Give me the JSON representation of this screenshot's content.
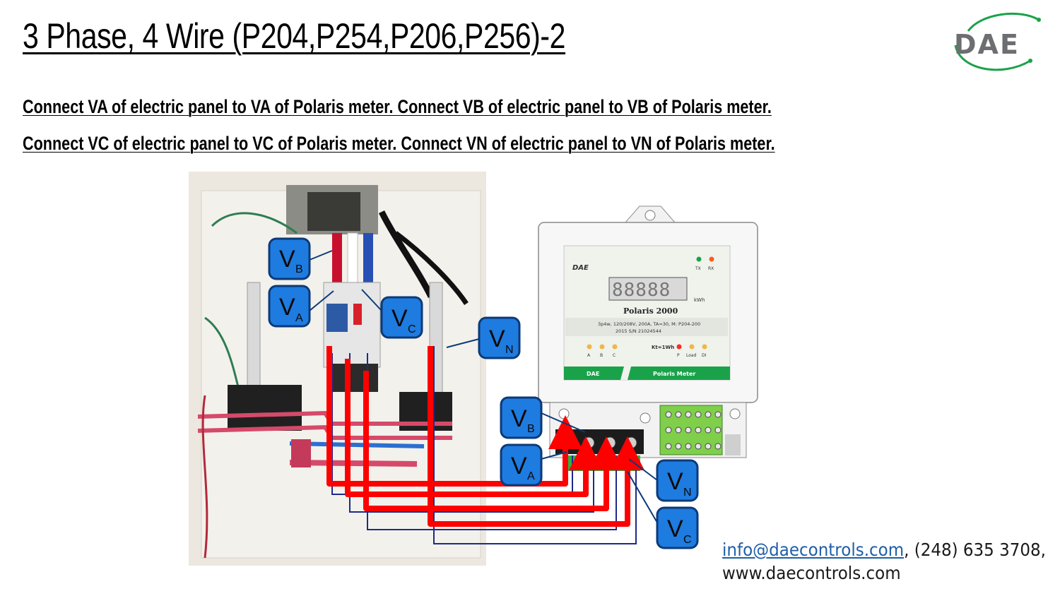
{
  "slide": {
    "title": "3 Phase, 4 Wire (P204,P254,P206,P256)-2",
    "instruction_1": "Connect VA of electric panel to VA of Polaris meter. Connect VB of electric panel to VB of Polaris meter.",
    "instruction_2": "Connect VC of electric panel to VC of Polaris meter. Connect VN of electric panel to VN of Polaris meter."
  },
  "logo": {
    "text": "DAE",
    "colors": {
      "letters": "#6d6e71",
      "swoosh": "#1aa24a"
    }
  },
  "callouts": {
    "panel": [
      {
        "main": "V",
        "sub": "B"
      },
      {
        "main": "V",
        "sub": "A"
      },
      {
        "main": "V",
        "sub": "C"
      },
      {
        "main": "V",
        "sub": "N"
      }
    ],
    "meter": [
      {
        "main": "V",
        "sub": "B"
      },
      {
        "main": "V",
        "sub": "A"
      },
      {
        "main": "V",
        "sub": "N"
      },
      {
        "main": "V",
        "sub": "C"
      }
    ]
  },
  "meter": {
    "brand": "DAE",
    "display_digits": "88888",
    "display_unit": "kWh",
    "model": "Polaris 2000",
    "spec_line_1": "3p4w, 120/208V, 200A, TA=30, M: P204-200",
    "spec_line_2": "2015 S/N 21024544",
    "tx_label": "TX",
    "rx_label": "RX",
    "phase_leds": [
      "A",
      "B",
      "C"
    ],
    "kt_label": "Kt=1Wh",
    "status_leds": [
      "P",
      "Load",
      "DI"
    ],
    "footer_left": "DAE",
    "footer_right": "Polaris Meter"
  },
  "contact": {
    "email": "info@daecontrols.com",
    "phone_sep": ", (248) 635 3708,",
    "website": "www.daecontrols.com"
  },
  "colors": {
    "callout_fill": "#1e7be0",
    "callout_border": "#0b3a78",
    "wire_red": "#ff0000",
    "wire_blue": "#1d2a8a",
    "meter_green": "#1aa24a",
    "led_red": "#ff1f1f"
  }
}
